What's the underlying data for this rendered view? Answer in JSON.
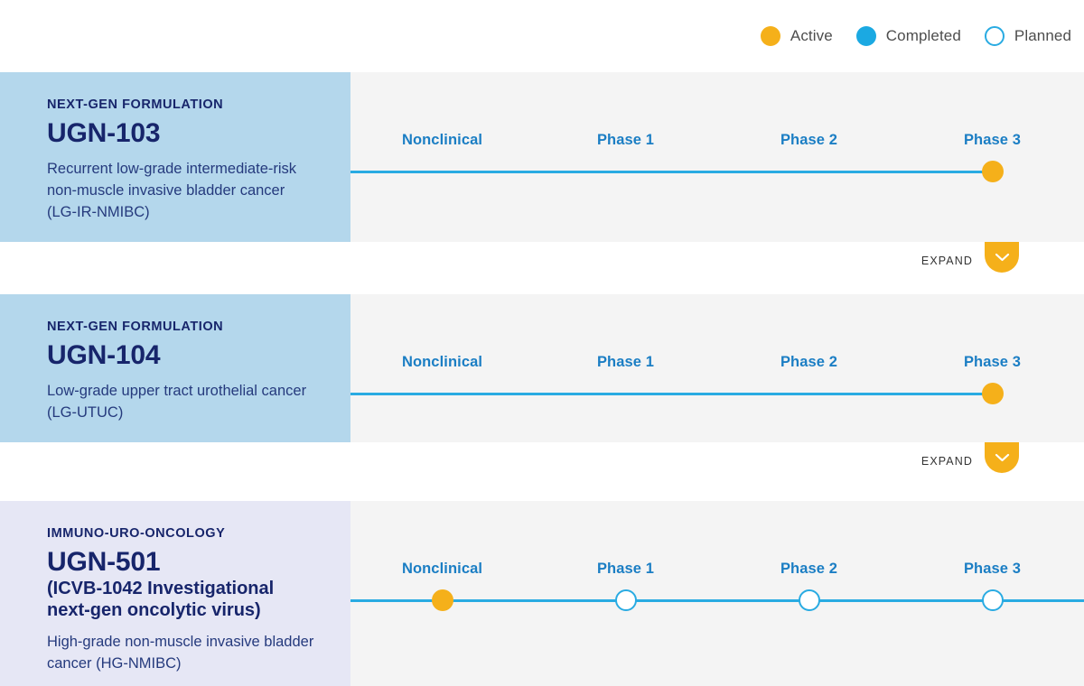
{
  "legend": {
    "items": [
      {
        "label": "Active",
        "state": "active",
        "icon": "filled-circle-icon"
      },
      {
        "label": "Completed",
        "state": "completed",
        "icon": "filled-circle-icon"
      },
      {
        "label": "Planned",
        "state": "planned",
        "icon": "outline-circle-icon"
      }
    ]
  },
  "colors": {
    "active": "#F5B01A",
    "completed": "#1BA9E2",
    "planned_border": "#29ABE2",
    "phase_label": "#1B7EC4",
    "navy": "#17256B",
    "panel_blue": "#B4D7EC",
    "panel_purple": "#E6E7F5",
    "track_bg": "#F4F4F4"
  },
  "phase_names": [
    "Nonclinical",
    "Phase 1",
    "Phase 2",
    "Phase 3"
  ],
  "expand": {
    "label": "EXPAND",
    "icon": "chevron-down-icon"
  },
  "programs": [
    {
      "category": "NEXT-GEN FORMULATION",
      "name": "UGN-103",
      "subtitle": "",
      "indication": "Recurrent low-grade intermediate-risk non-muscle invasive bladder cancer (LG-IR-NMIBC)",
      "panel": "blue",
      "phases": [
        {
          "label": "Nonclinical",
          "state": "none"
        },
        {
          "label": "Phase 1",
          "state": "none"
        },
        {
          "label": "Phase 2",
          "state": "none"
        },
        {
          "label": "Phase 3",
          "state": "active"
        }
      ],
      "progress_percent": 87.5,
      "has_expand": true
    },
    {
      "category": "NEXT-GEN FORMULATION",
      "name": "UGN-104",
      "subtitle": "",
      "indication": "Low-grade upper tract urothelial cancer (LG-UTUC)",
      "panel": "blue",
      "phases": [
        {
          "label": "Nonclinical",
          "state": "none"
        },
        {
          "label": "Phase 1",
          "state": "none"
        },
        {
          "label": "Phase 2",
          "state": "none"
        },
        {
          "label": "Phase 3",
          "state": "active"
        }
      ],
      "progress_percent": 87.5,
      "has_expand": true
    },
    {
      "category": "IMMUNO-URO-ONCOLOGY",
      "name": "UGN-501",
      "subtitle": "(ICVB-1042 Investigational next-gen oncolytic virus)",
      "indication": "High-grade non-muscle invasive bladder cancer (HG-NMIBC)",
      "panel": "purple",
      "phases": [
        {
          "label": "Nonclinical",
          "state": "active"
        },
        {
          "label": "Phase 1",
          "state": "planned"
        },
        {
          "label": "Phase 2",
          "state": "planned"
        },
        {
          "label": "Phase 3",
          "state": "planned"
        }
      ],
      "progress_percent": 100,
      "has_expand": false
    }
  ],
  "chart_data": {
    "type": "table",
    "title": "Clinical development pipeline",
    "categories": [
      "Nonclinical",
      "Phase 1",
      "Phase 2",
      "Phase 3"
    ],
    "legend_entries": [
      "Active",
      "Completed",
      "Planned"
    ],
    "series": [
      {
        "name": "UGN-103",
        "values": [
          "none",
          "none",
          "none",
          "active"
        ]
      },
      {
        "name": "UGN-104",
        "values": [
          "none",
          "none",
          "none",
          "active"
        ]
      },
      {
        "name": "UGN-501",
        "values": [
          "active",
          "planned",
          "planned",
          "planned"
        ]
      }
    ]
  }
}
